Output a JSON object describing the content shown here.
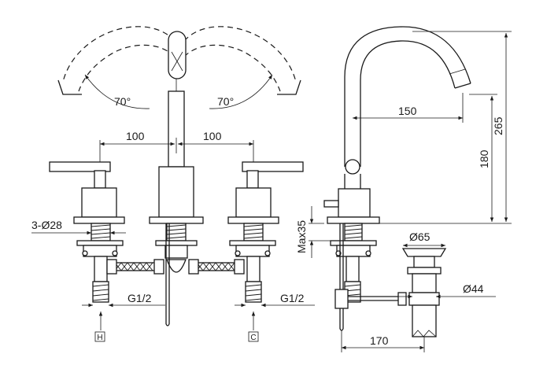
{
  "front_view": {
    "swivel_left": "70°",
    "swivel_right": "70°",
    "spacing_left": "100",
    "spacing_right": "100",
    "hole_diameter": "3-Ø28",
    "thread_left": "G1/2",
    "thread_right": "G1/2",
    "hot_marker": "H",
    "cold_marker": "C"
  },
  "side_view": {
    "spout_reach": "150",
    "overall_height": "265",
    "spout_height": "180",
    "max_deck_thickness": "Max35",
    "waste_top_diameter": "Ø65",
    "waste_body_diameter": "Ø44",
    "rod_length": "170"
  }
}
